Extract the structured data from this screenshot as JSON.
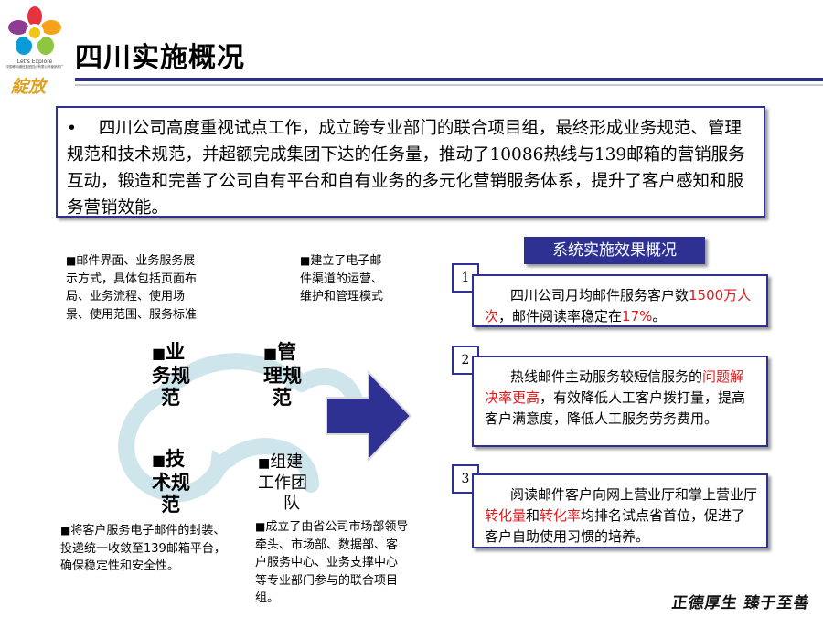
{
  "header": {
    "logo_caption_en": "Let's Explore",
    "logo_caption_small": "中国移动通信集团四川有限公司营销推广",
    "logo_script": "綻放",
    "title": "四川实施概况"
  },
  "summary": {
    "bullet": "•",
    "text": "四川公司高度重视试点工作，成立跨专业部门的联合项目组，最终形成业务规范、管理规范和技术规范，并超额完成集团下达的任务量，推动了10086热线与139邮箱的营销服务互动，锻造和完善了公司自有平台和自有业务的多元化营销服务体系，提升了客户感知和服务营销效能。"
  },
  "diagram": {
    "marker": "■",
    "notes": {
      "business": "邮件界面、业务服务展示方式，具体包括页面布局、业务流程、使用场景、使用范围、服务标准",
      "management": "建立了电子邮件渠道的运营、维护和管理模式",
      "technical": "将客户服务电子邮件的封装、投递统一收敛至139邮箱平台，确保稳定性和安全性。",
      "team": "成立了由省公司市场部领导牵头、市场部、数据部、客户服务中心、业务支撑中心等专业部门参与的联合项目组。"
    },
    "labels": {
      "business": [
        "业",
        "务规",
        "范"
      ],
      "management": [
        "管",
        "理规",
        "范"
      ],
      "technical": [
        "技",
        "术规",
        "范"
      ],
      "team": [
        "组建",
        "工作团",
        "队"
      ]
    }
  },
  "effects": {
    "title": "系统实施效果概况",
    "items": [
      {
        "num": "1",
        "parts": [
          {
            "t": "四川公司月均邮件服务客户数",
            "red": false
          },
          {
            "t": "1500万人次",
            "red": true
          },
          {
            "t": "，邮件阅读率稳定在",
            "red": false
          },
          {
            "t": "17%",
            "red": true
          },
          {
            "t": "。",
            "red": false
          }
        ]
      },
      {
        "num": "2",
        "parts": [
          {
            "t": "热线邮件主动服务较短信服务的",
            "red": false
          },
          {
            "t": "问题解决率更高",
            "red": true
          },
          {
            "t": "，有效降低人工客户拨打量，提高客户满意度，降低人工服务劳务费用。",
            "red": false
          }
        ]
      },
      {
        "num": "3",
        "parts": [
          {
            "t": "阅读邮件客户向网上营业厅和掌上营业厅",
            "red": false
          },
          {
            "t": "转化量",
            "red": true
          },
          {
            "t": "和",
            "red": false
          },
          {
            "t": "转化率",
            "red": true
          },
          {
            "t": "均排名试点省首位，促进了客户自助使用习惯的培养。",
            "red": false
          }
        ]
      }
    ]
  },
  "footer": {
    "signature": "正德厚生 臻于至善"
  },
  "colors": {
    "navy": "#2e3192",
    "red": "#e0191b",
    "cycle": "#cfe5ec",
    "arrow": "#2e3192"
  }
}
